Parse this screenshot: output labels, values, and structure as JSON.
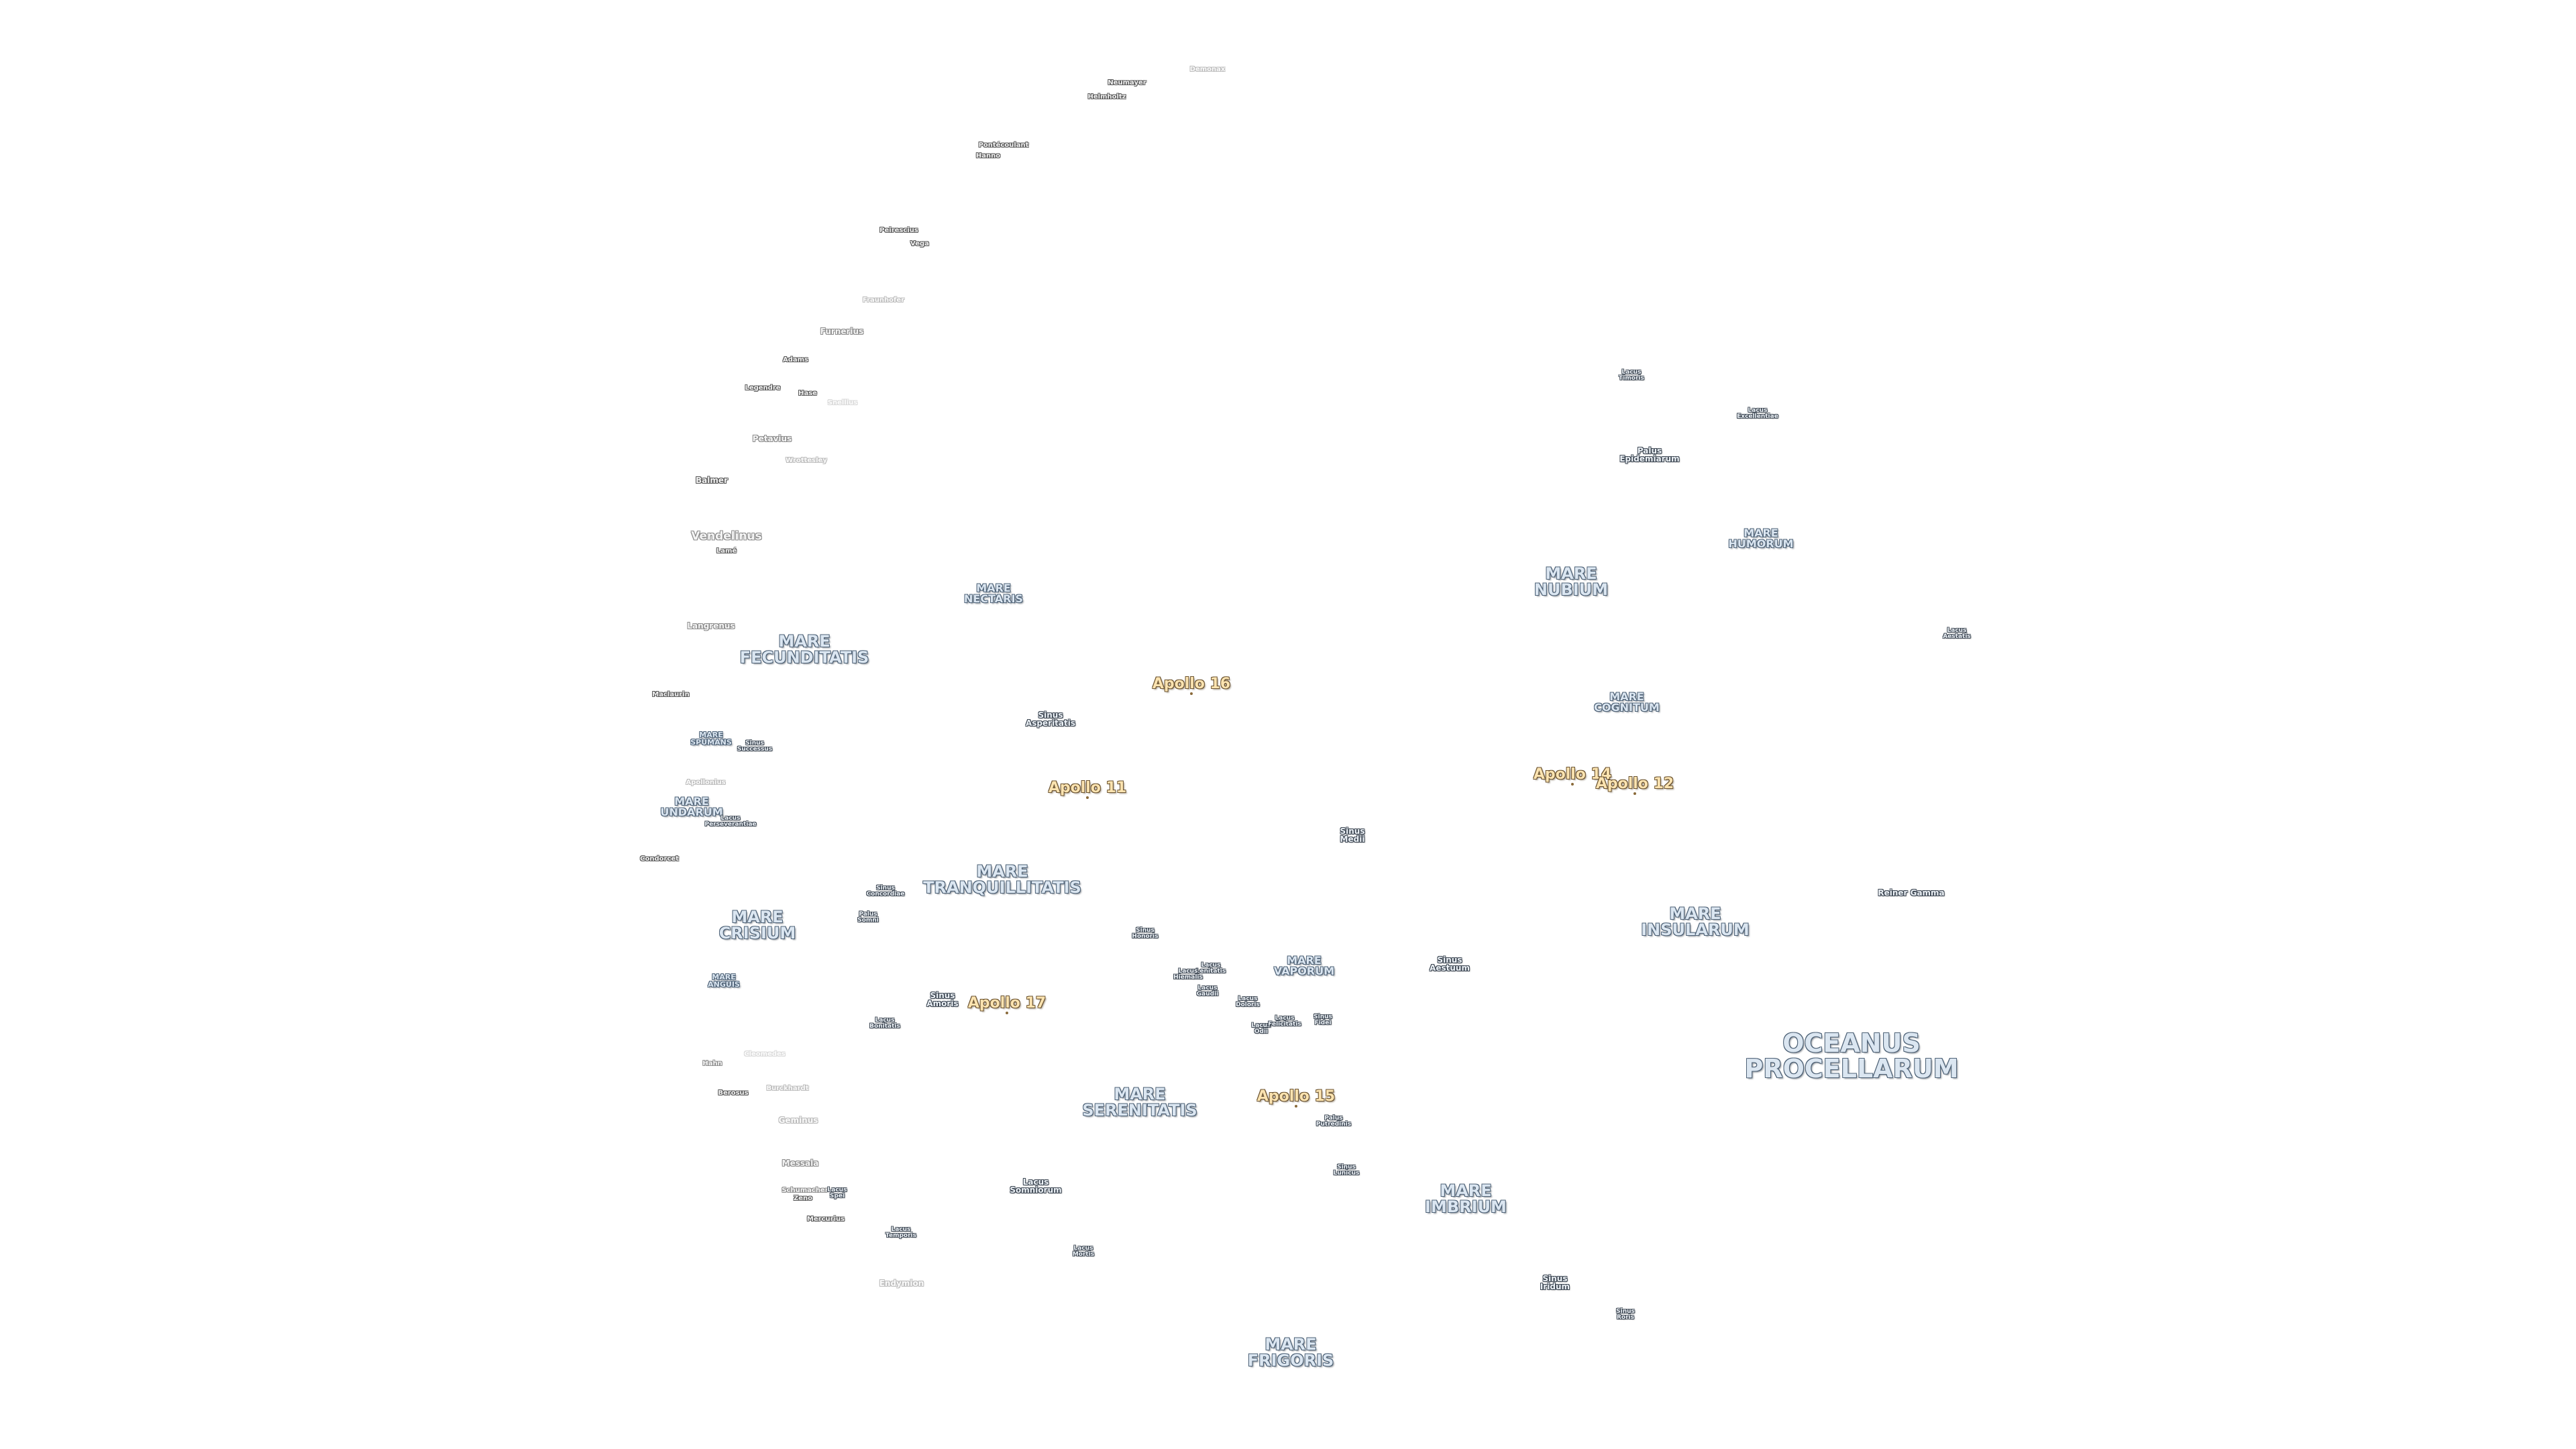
{
  "labels": {
    "demonax": "Demonax",
    "neumayer": "Neumayer",
    "helmholtz": "Helmholtz",
    "pontecoulant": "Pontécoulant",
    "hanno": "Hanno",
    "peireschus": "Peirescius",
    "vega": "Vega",
    "fraunhofer": "Fraunhofer",
    "furnerius": "Furnerius",
    "adams": "Adams",
    "legendre": "Legendre",
    "hase": "Hase",
    "snellius": "Snellius",
    "petavius": "Petavius",
    "wrottesley": "Wrottesley",
    "balmer": "Balmer",
    "vendelinus": "Vendelinus",
    "lame": "Lamé",
    "langrenus": "Langrenus",
    "maclaurin": "Maclaurin",
    "apollonius": "Apollonius",
    "condorcet": "Condorcet",
    "hahn": "Hahn",
    "cleomedes": "Cleomedes",
    "berosus": "Berosus",
    "burckhardt": "Burckhardt",
    "geminus": "Geminus",
    "messala": "Messala",
    "schumacher": "Schumacher",
    "zeno": "Zeno",
    "mercurius": "Mercurius",
    "endymion": "Endymion",
    "mare_fecunditatis": [
      "MARE",
      "FECUNDITATIS"
    ],
    "mare_nectaris": [
      "MARE",
      "NECTARIS"
    ],
    "mare_spumans": [
      "MARE",
      "SPUMANS"
    ],
    "mare_undarum": [
      "MARE",
      "UNDARUM"
    ],
    "mare_crisium": [
      "MARE",
      "CRISIUM"
    ],
    "mare_anguis": [
      "MARE",
      "ANGUIS"
    ],
    "mare_tranquillitatis": [
      "MARE",
      "TRANQUILLITATIS"
    ],
    "mare_serenitatis": [
      "MARE",
      "SERENITATIS"
    ],
    "mare_vaporum": [
      "MARE",
      "VAPORUM"
    ],
    "mare_imbrium": [
      "MARE",
      "IMBRIUM"
    ],
    "mare_frigoris": [
      "MARE",
      "FRIGORIS"
    ],
    "mare_nubium": [
      "MARE",
      "NUBIUM"
    ],
    "mare_humorum": [
      "MARE",
      "HUMORUM"
    ],
    "mare_cognitum": [
      "MARE",
      "COGNITUM"
    ],
    "mare_insularum": [
      "MARE",
      "INSULARUM"
    ],
    "oceanus_procellarum": [
      "OCEANUS",
      "PROCELLARUM"
    ],
    "sinus_successus": [
      "Sinus",
      "Successus"
    ],
    "lacus_perseverantiae": [
      "Lacus",
      "Perseverantiae"
    ],
    "sinus_asperitatis": [
      "Sinus",
      "Asperitatis"
    ],
    "sinus_concordiae": [
      "Sinus",
      "Concordiae"
    ],
    "palus_somni": [
      "Palus",
      "Somni"
    ],
    "sinus_amoris": [
      "Sinus",
      "Amoris"
    ],
    "lacus_bonitatis": [
      "Lacus",
      "Bonitatis"
    ],
    "sinus_honoris": [
      "Sinus",
      "Honoris"
    ],
    "lacus_lenitatis": [
      "Lacus",
      "Lenitatis"
    ],
    "lacus_hiemalis": [
      "Lacus",
      "Hiemalis"
    ],
    "lacus_gaudii": [
      "Lacus",
      "Gaudii"
    ],
    "lacus_doloris": [
      "Lacus",
      "Doloris"
    ],
    "lacus_odii": [
      "Lacus",
      "Odii"
    ],
    "lacus_felicitatis": [
      "Lacus",
      "Felicitatis"
    ],
    "sinus_fidei": [
      "Sinus",
      "Fidei"
    ],
    "sinus_medii": [
      "Sinus",
      "Medii"
    ],
    "sinus_aestuum": [
      "Sinus",
      "Aestuum"
    ],
    "palus_putredinis": [
      "Palus",
      "Putredinis"
    ],
    "sinus_lunicus": [
      "Sinus",
      "Lunicus"
    ],
    "lacus_somniorum": [
      "Lacus",
      "Somniorum"
    ],
    "lacus_mortis": [
      "Lacus",
      "Mortis"
    ],
    "lacus_temporis": [
      "Lacus",
      "Temporis"
    ],
    "lacus_spei": [
      "Lacus",
      "Spei"
    ],
    "sinus_iridum": [
      "Sinus",
      "Iridum"
    ],
    "sinus_roris": [
      "Sinus",
      "Roris"
    ],
    "lacus_timoris": [
      "Lacus",
      "Timoris"
    ],
    "lacus_excellentiae": [
      "Lacus",
      "Excellentiae"
    ],
    "palus_epidemiarum": [
      "Palus",
      "Epidemiarum"
    ],
    "lacus_aestatis": [
      "Lacus",
      "Aestatis"
    ],
    "reiner_gamma": "Reiner Gamma",
    "apollo_11": "Apollo 11",
    "apollo_12": "Apollo 12",
    "apollo_14": "Apollo 14",
    "apollo_15": "Apollo 15",
    "apollo_16": "Apollo 16",
    "apollo_17": "Apollo 17"
  },
  "colors": {
    "background": "#ffffff",
    "mare_text": "#dbe6f1",
    "mare_outline": "#4d6176",
    "apollo_text": "#fbe3b0",
    "apollo_outline": "#6b5330",
    "crater_outline": "#555555"
  }
}
